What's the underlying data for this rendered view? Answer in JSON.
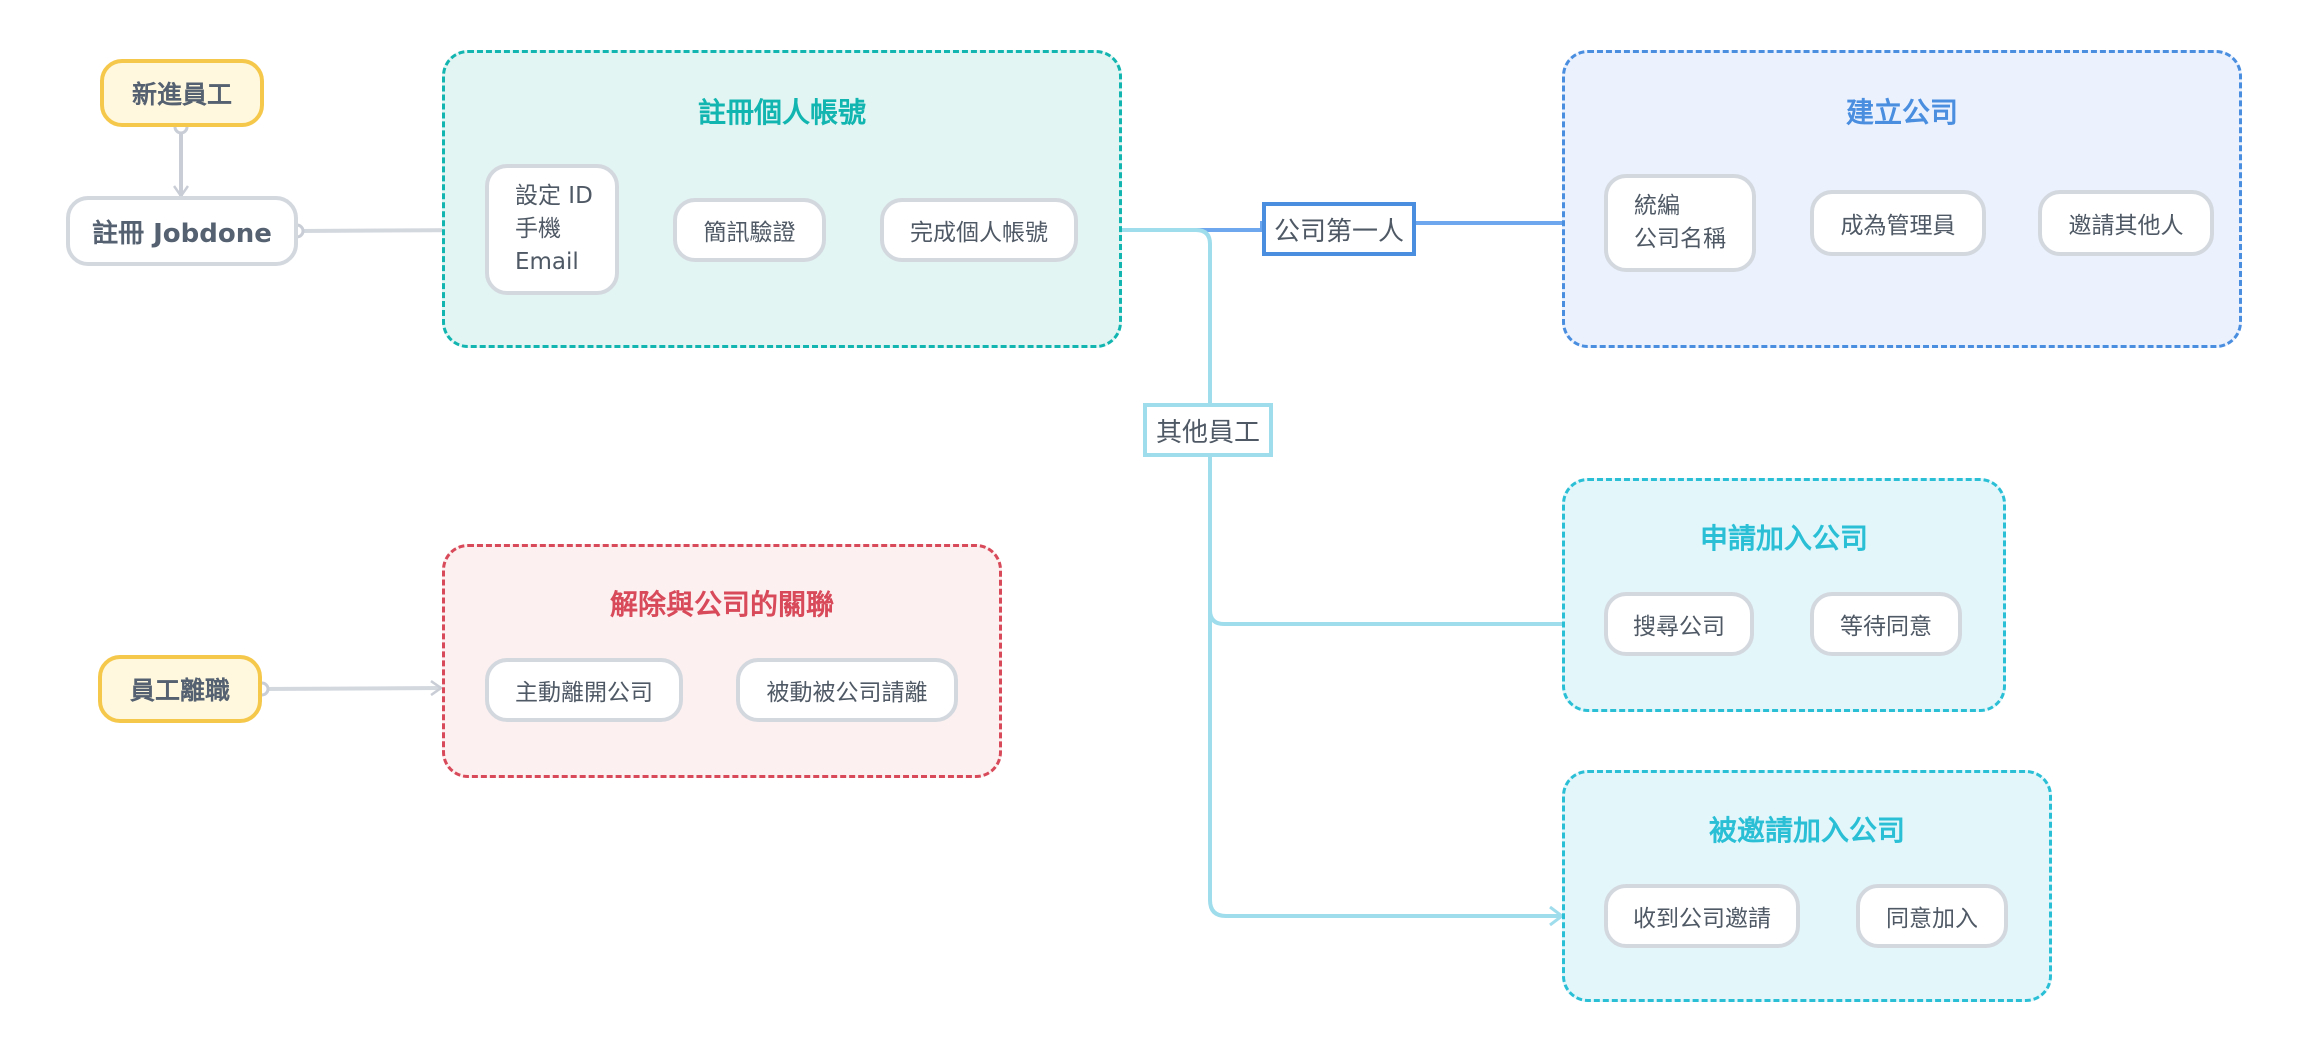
{
  "colors": {
    "teal": "#12b5b0",
    "blue": "#4a8ee0",
    "cyan": "#2bbfd6",
    "red": "#d84a5a",
    "start_border": "#f5c84c",
    "node_border": "#d3d8df",
    "edge_gray": "#d3d8df",
    "edge_blue": "#6ea7ee",
    "edge_cyan": "#9fdcec"
  },
  "nodes": {
    "new_employee": "新進員工",
    "register_jobdone": "註冊 Jobdone",
    "employee_leave": "員工離職"
  },
  "groups": {
    "register": {
      "title": "註冊個人帳號",
      "setup_lines": [
        "設定 ID",
        "手機",
        "Email"
      ],
      "sms_verify": "簡訊驗證",
      "complete_account": "完成個人帳號"
    },
    "create_company": {
      "title": "建立公司",
      "info_lines": [
        "統編",
        "公司名稱"
      ],
      "become_admin": "成為管理員",
      "invite_others": "邀請其他人"
    },
    "apply_join": {
      "title": "申請加入公司",
      "search_company": "搜尋公司",
      "wait_approval": "等待同意"
    },
    "invited_join": {
      "title": "被邀請加入公司",
      "receive_invite": "收到公司邀請",
      "agree_join": "同意加入"
    },
    "unlink": {
      "title": "解除與公司的關聯",
      "leave_voluntarily": "主動離開公司",
      "dismissed": "被動被公司請離"
    }
  },
  "edge_labels": {
    "first_person": "公司第一人",
    "other_employees": "其他員工"
  }
}
